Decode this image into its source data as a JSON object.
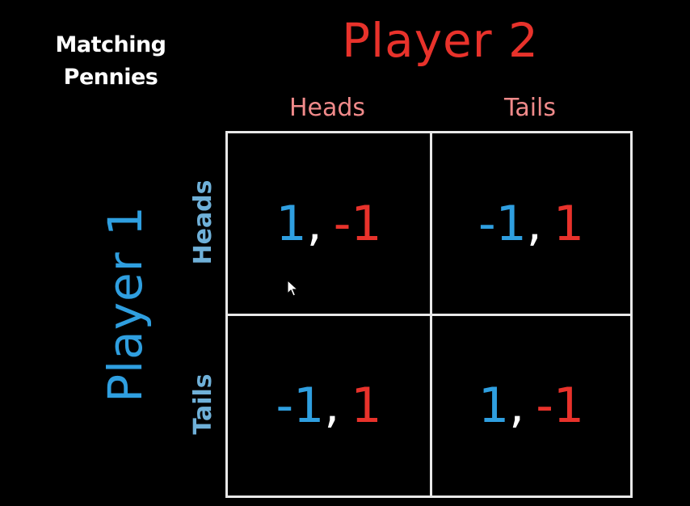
{
  "title": {
    "line1": "Matching",
    "line2": "Pennies"
  },
  "player2": {
    "label": "Player 2",
    "color": "#e8322b",
    "strategy_color": "#f08a8a",
    "strategies": [
      "Heads",
      "Tails"
    ]
  },
  "player1": {
    "label": "Player 1",
    "color": "#2f9fe0",
    "strategy_color": "#6fb0d8",
    "strategies": [
      "Heads",
      "Tails"
    ]
  },
  "separator": ",",
  "payoffs": [
    [
      {
        "p1": "1",
        "p2": "-1"
      },
      {
        "p1": "-1",
        "p2": "1"
      }
    ],
    [
      {
        "p1": "-1",
        "p2": "1"
      },
      {
        "p1": "1",
        "p2": "-1"
      }
    ]
  ],
  "icons": {
    "cursor": "mouse-pointer-icon"
  }
}
